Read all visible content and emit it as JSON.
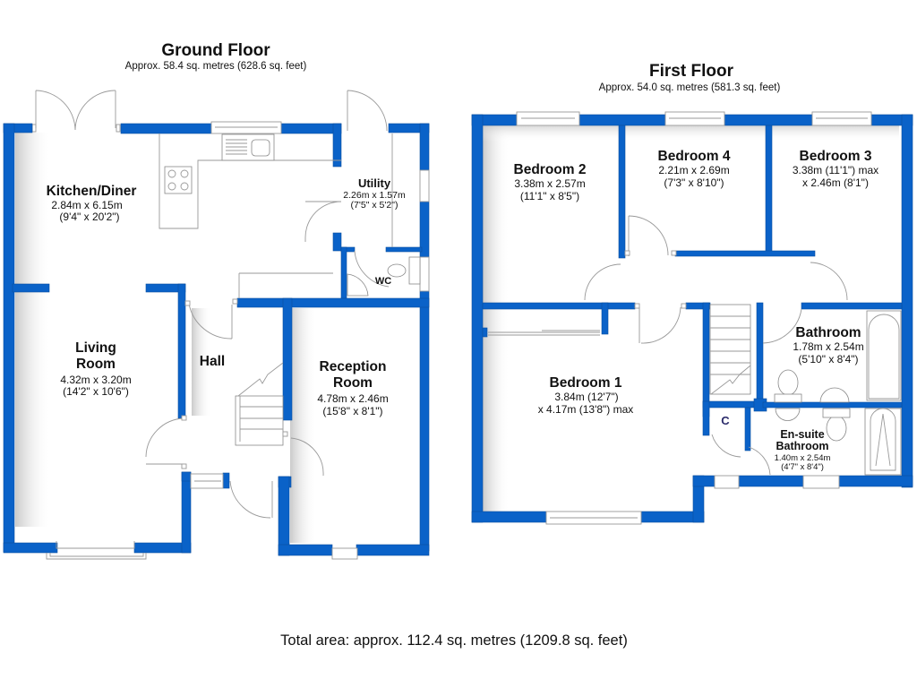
{
  "ground_floor": {
    "title": "Ground Floor",
    "area": "Approx. 58.4 sq. metres (628.6 sq. feet)",
    "rooms": {
      "kitchen": {
        "name": "Kitchen/Diner",
        "dim_m": "2.84m x 6.15m",
        "dim_ft": "(9'4\" x 20'2\")"
      },
      "utility": {
        "name": "Utility",
        "dim_m": "2.26m x 1.57m",
        "dim_ft": "(7'5\" x 5'2\")"
      },
      "wc": {
        "name": "WC"
      },
      "living": {
        "name_1": "Living",
        "name_2": "Room",
        "dim_m": "4.32m x 3.20m",
        "dim_ft": "(14'2\" x 10'6\")"
      },
      "hall": {
        "name": "Hall"
      },
      "reception": {
        "name_1": "Reception",
        "name_2": "Room",
        "dim_m": "4.78m x 2.46m",
        "dim_ft": "(15'8\" x 8'1\")"
      }
    }
  },
  "first_floor": {
    "title": "First Floor",
    "area": "Approx. 54.0 sq. metres (581.3 sq. feet)",
    "rooms": {
      "bedroom2": {
        "name": "Bedroom 2",
        "dim_m": "3.38m x 2.57m",
        "dim_ft": "(11'1\" x 8'5\")"
      },
      "bedroom4": {
        "name": "Bedroom 4",
        "dim_m": "2.21m x 2.69m",
        "dim_ft": "(7'3\" x 8'10\")"
      },
      "bedroom3": {
        "name": "Bedroom 3",
        "dim_1": "3.38m (11'1\") max",
        "dim_2": "x 2.46m (8'1\")"
      },
      "bedroom1": {
        "name": "Bedroom 1",
        "dim_1": "3.84m (12'7\")",
        "dim_2": "x 4.17m (13'8\") max"
      },
      "bathroom": {
        "name": "Bathroom",
        "dim_m": "1.78m x 2.54m",
        "dim_ft": "(5'10\" x 8'4\")"
      },
      "cupboard": {
        "name": "C"
      },
      "ensuite": {
        "name_1": "En-suite",
        "name_2": "Bathroom",
        "dim_m": "1.40m x 2.54m",
        "dim_ft": "(4'7\" x 8'4\")"
      }
    }
  },
  "total_area": "Total area: approx. 112.4 sq. metres (1209.8 sq. feet)",
  "colors": {
    "wall": "#0a62c8",
    "fixture_line": "#999999",
    "text": "#111111"
  }
}
